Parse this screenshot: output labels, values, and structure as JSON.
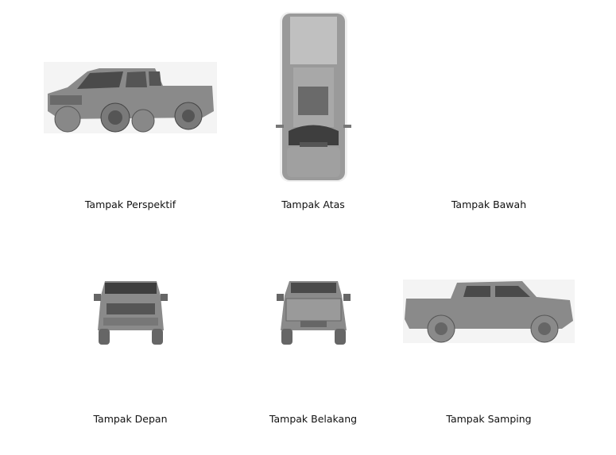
{
  "figures": [
    {
      "id": "perspective",
      "caption": "Tampak Perspektif"
    },
    {
      "id": "top",
      "caption": "Tampak Atas"
    },
    {
      "id": "bottom",
      "caption": "Tampak Bawah"
    },
    {
      "id": "front",
      "caption": "Tampak Depan"
    },
    {
      "id": "rear",
      "caption": "Tampak Belakang"
    },
    {
      "id": "side",
      "caption": "Tampak Samping"
    }
  ],
  "colors": {
    "body": "#8a8a8a",
    "dark": "#4a4a4a",
    "light": "#b8b8b8"
  }
}
